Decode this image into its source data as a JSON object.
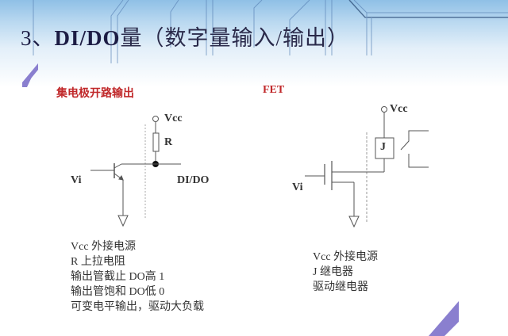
{
  "slide": {
    "title_num": "3、",
    "title_bold": "DI/DO",
    "title_rest": "量（数字量输入/输出）",
    "colors": {
      "title": "#1c1c44",
      "section_label": "#c0282a",
      "accent_shape": "#8a7fcf",
      "header_band": "#8fc0e6"
    }
  },
  "left_circuit": {
    "heading": "集电极开路输出",
    "labels": {
      "vcc": "Vcc",
      "r": "R",
      "vi": "Vi",
      "dido": "DI/DO"
    },
    "notes": [
      "Vcc 外接电源",
      "R 上拉电阻",
      "输出管截止  DO高  1",
      "输出管饱和  DO低  0",
      "可变电平输出，驱动大负载"
    ]
  },
  "right_circuit": {
    "heading": "FET",
    "labels": {
      "vcc": "Vcc",
      "j": "J",
      "vi": "Vi"
    },
    "notes": [
      "Vcc 外接电源",
      "J 继电器",
      "驱动继电器"
    ]
  }
}
